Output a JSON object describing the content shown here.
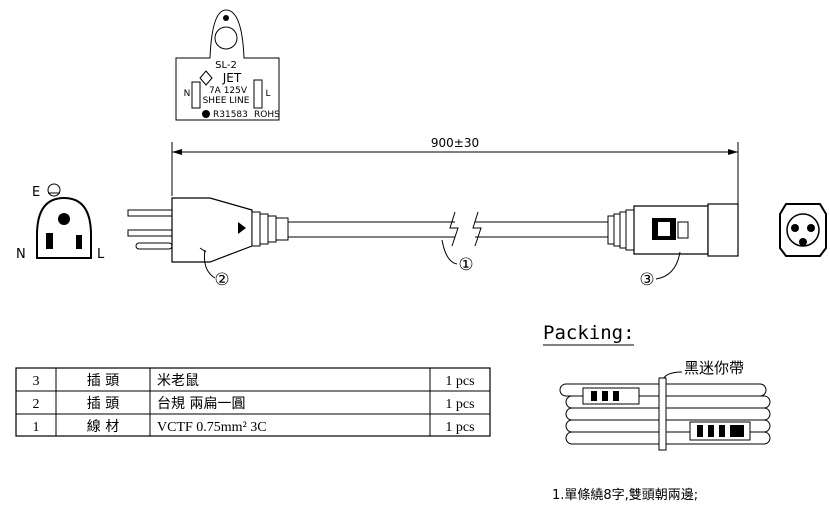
{
  "plug_label": {
    "model": "SL-2",
    "cert": "JET",
    "rating": "7A 125V",
    "brand": "SHEE LINE",
    "pole_n": "N",
    "pole_l": "L",
    "approval": "R31583",
    "rohs": "ROHS"
  },
  "dimension": "900±30",
  "socket_pins": {
    "earth": "E",
    "neutral": "N",
    "live": "L"
  },
  "callouts": [
    "②",
    "①",
    "③"
  ],
  "bom": {
    "rows": [
      {
        "no": "3",
        "part": "插 頭",
        "spec": "米老鼠",
        "qty": "1 pcs"
      },
      {
        "no": "2",
        "part": "插 頭",
        "spec": "台規 兩扁一圓",
        "qty": "1 pcs"
      },
      {
        "no": "1",
        "part": "線 材",
        "spec": "VCTF 0.75mm² 3C",
        "qty": "1 pcs"
      }
    ]
  },
  "packing": {
    "title": "Packing:",
    "tie_label": "黑迷你帶",
    "note": "1.單條繞8字,雙頭朝兩邊;"
  }
}
